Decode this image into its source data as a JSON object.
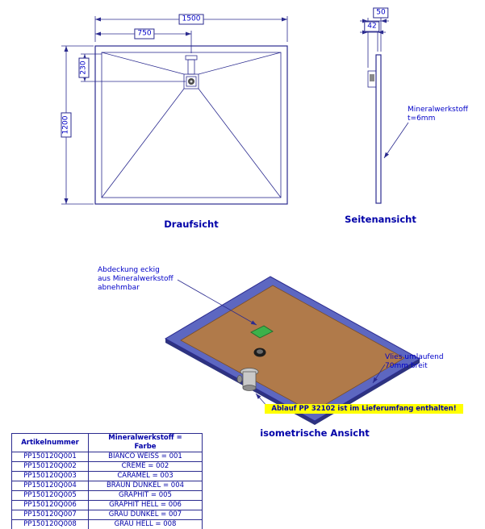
{
  "top_view": {
    "title": "Draufsicht",
    "dims": {
      "width": "1500",
      "half_width": "750",
      "drain_offset": "230",
      "depth": "1200"
    }
  },
  "side_view": {
    "title": "Seitenansicht",
    "dims": {
      "total": "50",
      "inner": "42"
    },
    "material_note": [
      "Mineralwerkstoff",
      "t=6mm"
    ]
  },
  "iso_view": {
    "title": "isometrische Ansicht",
    "cover_note": [
      "Abdeckung eckig",
      "aus Mineralwerkstoff",
      "abnehmbar"
    ],
    "vlies_note": [
      "Vlies umlaufend",
      "70mm breit"
    ],
    "drain_note": "Ablauf PP 32102 ist im Lieferumfang enthalten!"
  },
  "table": {
    "headers": {
      "col1": "Artikelnummer",
      "col2_line1": "Mineralwerkstoff =",
      "col2_line2": "Farbe"
    },
    "rows": [
      {
        "art": "PP150120Q001",
        "farbe": "BIANCO WEISS = 001"
      },
      {
        "art": "PP150120Q002",
        "farbe": "CREME = 002"
      },
      {
        "art": "PP150120Q003",
        "farbe": "CARAMEL = 003"
      },
      {
        "art": "PP150120Q004",
        "farbe": "BRAUN DUNKEL = 004"
      },
      {
        "art": "PP150120Q005",
        "farbe": "GRAPHIT = 005"
      },
      {
        "art": "PP150120Q006",
        "farbe": "GRAPHIT HELL = 006"
      },
      {
        "art": "PP150120Q007",
        "farbe": "GRAU DUNKEL = 007"
      },
      {
        "art": "PP150120Q008",
        "farbe": "GRAU HELL = 008"
      }
    ]
  },
  "colors": {
    "line": "#2b2b8f",
    "text": "#0000c8",
    "title": "#0000a8",
    "highlight": "#ffff00",
    "tray_surface": "#b07a4a",
    "vlies_band": "#5d67c1",
    "cover_green": "#3cb14a"
  }
}
